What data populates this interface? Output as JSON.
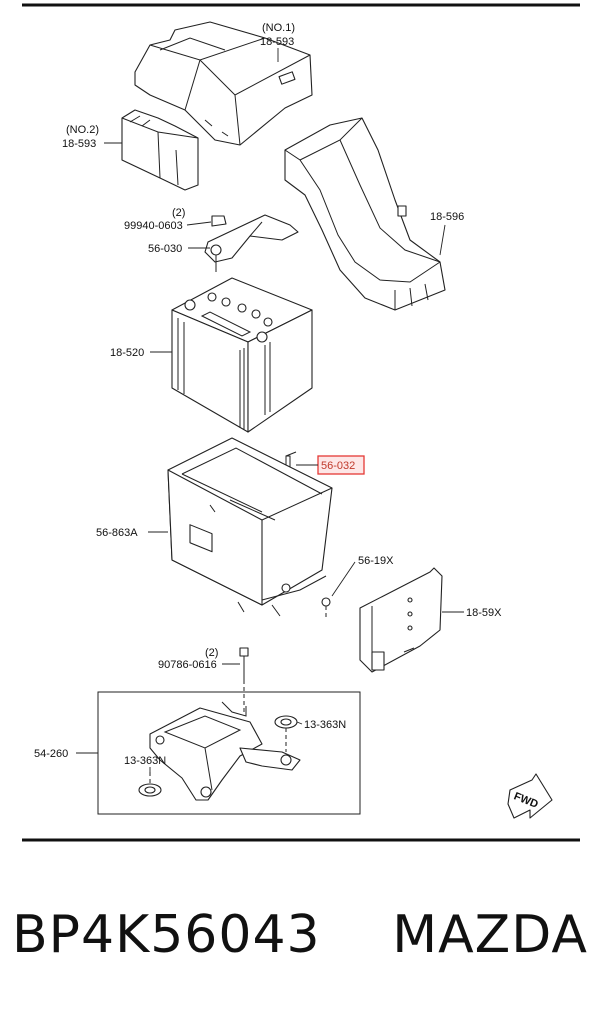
{
  "callouts": {
    "no1_qty": "(NO.1)",
    "no1_part": "18-593",
    "no2_qty": "(NO.2)",
    "no2_part": "18-593",
    "bolt_qty": "(2)",
    "bolt_part": "99940-0603",
    "clamp": "56-030",
    "battery": "18-520",
    "bracket_rod": "56-032",
    "tray": "56-863A",
    "screw": "56-19X",
    "duct": "18-596",
    "shield": "18-59X",
    "base_bolt_qty": "(2)",
    "base_bolt": "90786-0616",
    "grommet_right": "13-363N",
    "grommet_left": "13-363N",
    "base_assembly": "54-260",
    "fwd": "FWD"
  },
  "footer": {
    "part_number": "BP4K56043",
    "brand": "MAZDA"
  },
  "colors": {
    "highlight": "#e53935",
    "highlight_fill": "#fde7e7",
    "line": "#222222"
  }
}
